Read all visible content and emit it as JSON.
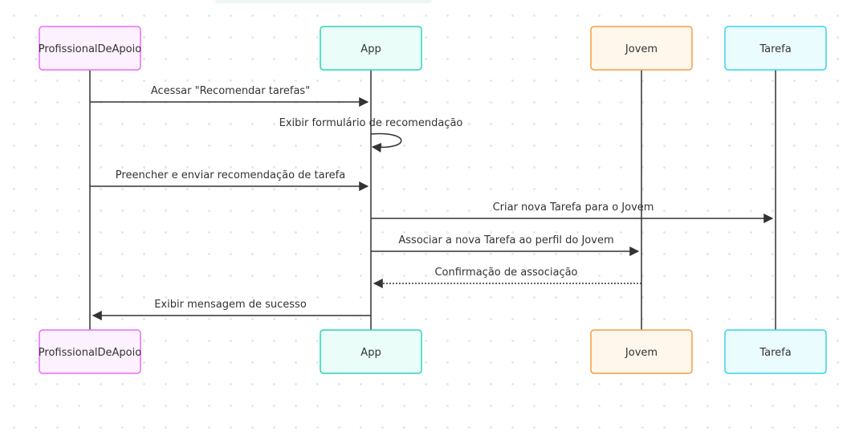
{
  "actors": [
    {
      "id": "pro",
      "label": "ProfissionalDeApoio",
      "fill": "#fdf0ff",
      "stroke": "#e76ff2"
    },
    {
      "id": "app",
      "label": "App",
      "fill": "#eafdf8",
      "stroke": "#2ed3b7"
    },
    {
      "id": "jov",
      "label": "Jovem",
      "fill": "#fff6ec",
      "stroke": "#f59e42"
    },
    {
      "id": "tar",
      "label": "Tarefa",
      "fill": "#ebfcff",
      "stroke": "#38d4ea"
    }
  ],
  "messages": [
    {
      "from": "pro",
      "to": "app",
      "label": "Acessar \"Recomendar tarefas\"",
      "style": "solid"
    },
    {
      "from": "app",
      "to": "app",
      "label": "Exibir formulário de recomendação",
      "style": "self"
    },
    {
      "from": "pro",
      "to": "app",
      "label": "Preencher e enviar recomendação de tarefa",
      "style": "solid"
    },
    {
      "from": "app",
      "to": "tar",
      "label": "Criar nova Tarefa para o Jovem",
      "style": "solid"
    },
    {
      "from": "app",
      "to": "jov",
      "label": "Associar a nova Tarefa ao perfil do Jovem",
      "style": "solid"
    },
    {
      "from": "jov",
      "to": "app",
      "label": "Confirmação de associação",
      "style": "dotted"
    },
    {
      "from": "app",
      "to": "pro",
      "label": "Exibir mensagem de sucesso",
      "style": "solid"
    }
  ],
  "colors": {
    "line": "#333333",
    "text": "#333333"
  }
}
